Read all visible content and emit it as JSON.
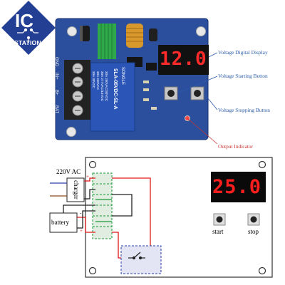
{
  "logo": {
    "brand_ic": "IC",
    "brand_station": "ICSTATION"
  },
  "annotations": {
    "voltage_display": "Voltage Digital Display",
    "starting_button": "Voltage Starting Button",
    "stopping_button": "Voltage Stopping Button",
    "output_indicator": "Output Indicator"
  },
  "board": {
    "display_value": "12.0",
    "terminal_labels": [
      "GND",
      "IN+",
      "B+",
      "BAT"
    ],
    "relay_brand": "SONGLE",
    "relay_model": "SLA-05VDC-SL-A",
    "relay_specs": [
      "30A 250VAC/30VDC",
      "30A 277VAC/14VDC",
      "30A 240VAC",
      "30A 30VDC"
    ]
  },
  "diagram": {
    "display_value": "25.0",
    "source_label": "220V AC",
    "charger_label": "charger",
    "battery_label": "battery",
    "start_label": "start",
    "stop_label": "stop",
    "plus_sign": "+",
    "minus_sign": "-"
  },
  "colors": {
    "pcb_blue": "#2b4f9c",
    "annotation_blue": "#2c5ba8",
    "annotation_red": "#c83232",
    "segment_red": "#ff2a2a",
    "wire_red": "#e01818",
    "wire_green": "#1a9a38",
    "wire_blue": "#2a3fa8",
    "wire_brown": "#8a4a1c"
  }
}
